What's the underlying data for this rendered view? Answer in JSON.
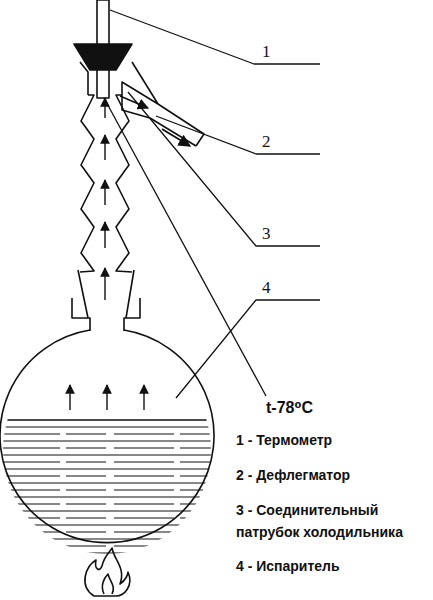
{
  "diagram": {
    "labels": [
      "1",
      "2",
      "3",
      "4",
      "t-78⁰C",
      "1 - Термометр",
      "2 - Дефлегматор",
      "3 - Соединительный патрубок холодильника",
      "4 - Испаритель"
    ]
  }
}
